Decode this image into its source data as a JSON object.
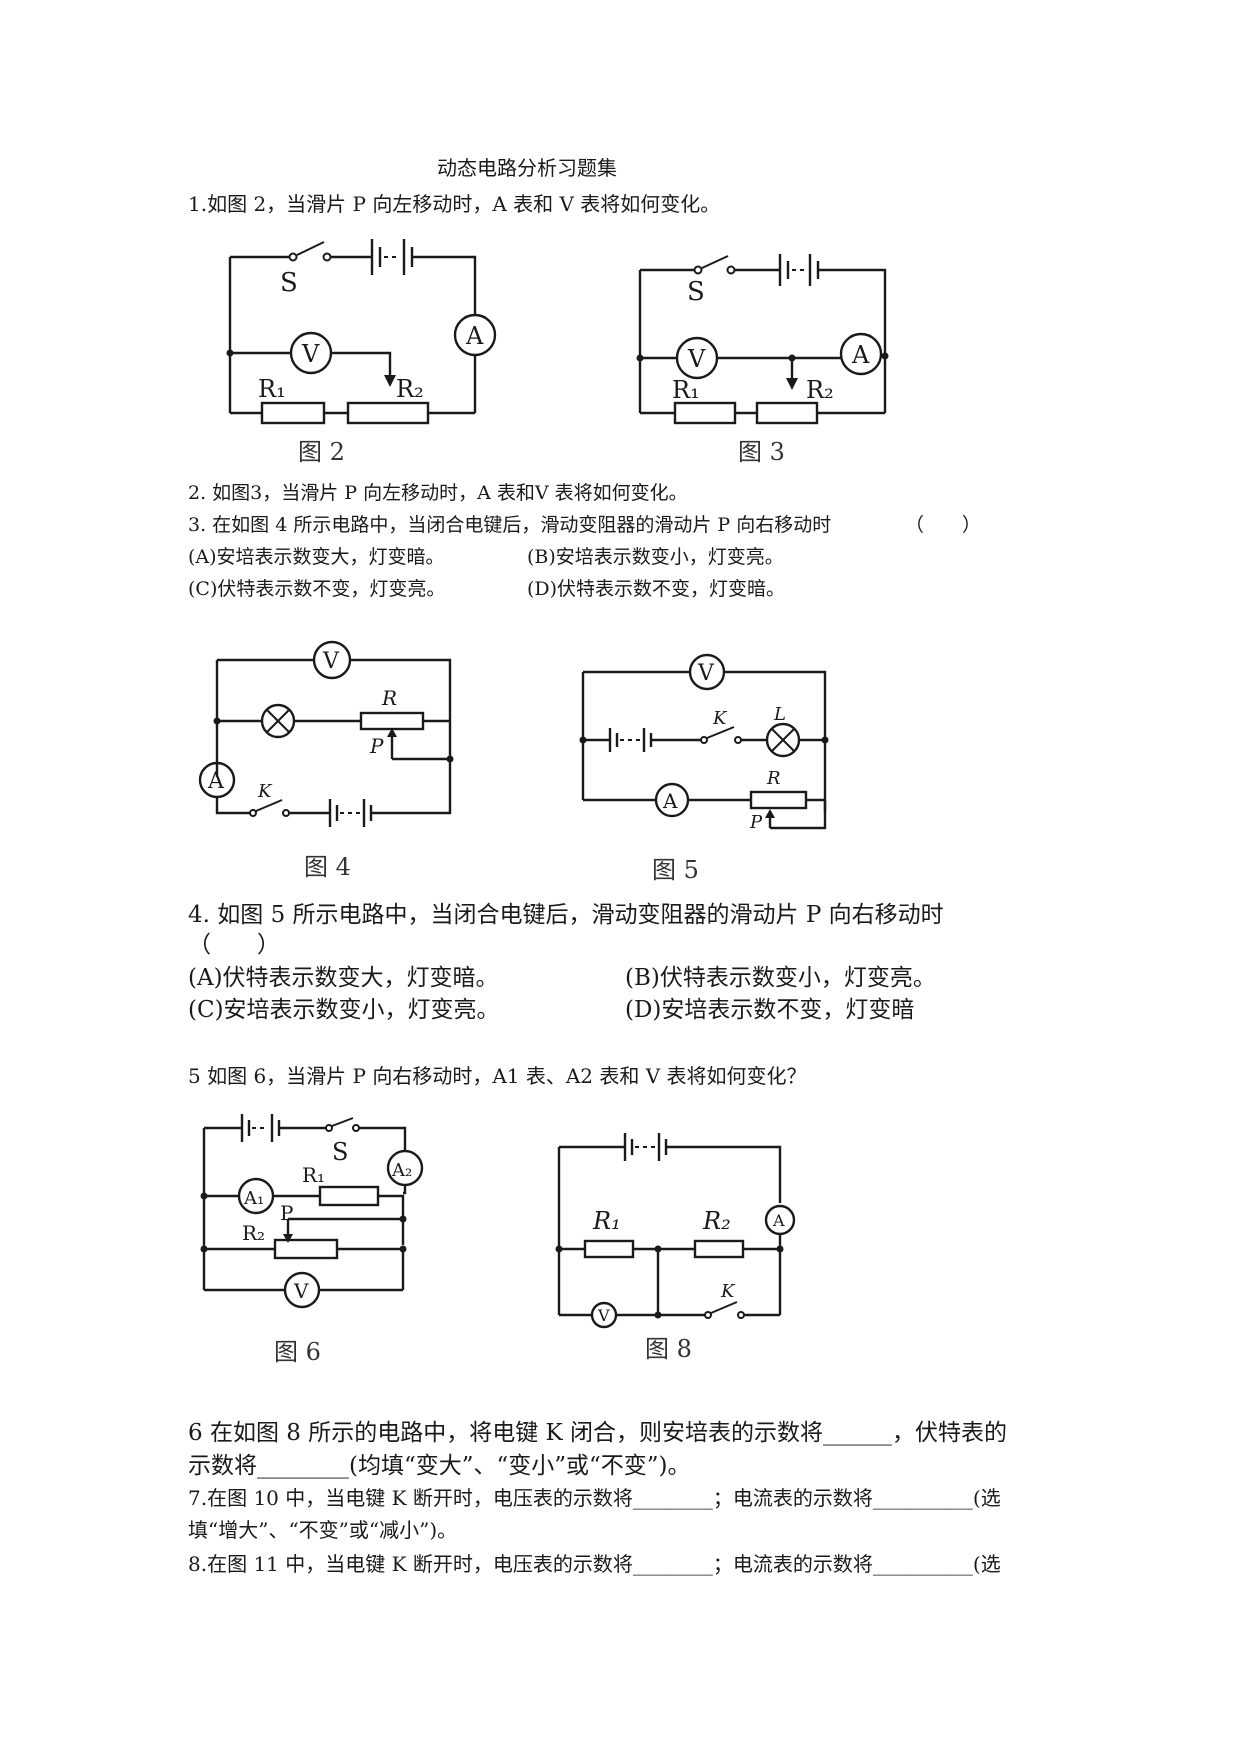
{
  "doc": {
    "title": "动态电路分析习题集",
    "q1": "1.如图 2，当滑片 P 向左移动时，A 表和 V 表将如何变化。",
    "q2": "2. 如图3，当滑片 P 向左移动时，A 表和V 表将如何变化。",
    "q3": {
      "stem": "3. 在如图 4 所示电路中，当闭合电键后，滑动变阻器的滑动片 P 向右移动时",
      "paren": "（　　）",
      "a": "(A)安培表示数变大，灯变暗。",
      "b": "(B)安培表示数变小，灯变亮。",
      "c": "(C)伏特表示数不变，灯变亮。",
      "d": "(D)伏特表示数不变，灯变暗。"
    },
    "q4": {
      "stem": "4. 如图 5 所示电路中，当闭合电键后，滑动变阻器的滑动片 P 向右移动时",
      "paren": "（　　）",
      "a": "(A)伏特表示数变大，灯变暗。",
      "b": "(B)伏特表示数变小，灯变亮。",
      "c": "(C)安培表示数变小，灯变亮。",
      "d": "(D)安培表示数不变，灯变暗"
    },
    "q5": "5 如图 6，当滑片 P 向右移动时，A1 表、A2 表和 V 表将如何变化？",
    "q6": {
      "line1": "6 在如图 8 所示的电路中，将电键 K 闭合，则安培表的示数将______，伏特表的",
      "line2": "示数将________(均填“变大”、“变小”或“不变”)。"
    },
    "q7": {
      "line1": "7.在图 10 中，当电键 K 断开时，电压表的示数将________；电流表的示数将__________(选",
      "line2": "填“增大”、“不变”或“减小”)。"
    },
    "q8": "8.在图 11 中，当电键 K 断开时，电压表的示数将________；电流表的示数将__________(选"
  },
  "figures": {
    "fig2": {
      "caption": "图 2",
      "switch": "S",
      "meter_a": "A",
      "meter_v": "V",
      "r1": "R₁",
      "r2": "R₂"
    },
    "fig3": {
      "caption": "图 3",
      "switch": "S",
      "meter_a": "A",
      "meter_v": "V",
      "r1": "R₁",
      "r2": "R₂"
    },
    "fig4": {
      "caption": "图 4",
      "meter_v": "V",
      "meter_a": "A",
      "r": "R",
      "p": "P",
      "k": "K"
    },
    "fig5": {
      "caption": "图 5",
      "meter_v": "V",
      "meter_a": "A",
      "r": "R",
      "p": "P",
      "k": "K",
      "l": "L"
    },
    "fig6": {
      "caption": "图 6",
      "switch": "S",
      "meter_a1": "A₁",
      "meter_a2": "A₂",
      "meter_v": "V",
      "r1": "R₁",
      "r2": "R₂",
      "p": "P"
    },
    "fig8": {
      "caption": "图 8",
      "meter_a": "A",
      "meter_v": "V",
      "r1": "R₁",
      "r2": "R₂",
      "k": "K"
    }
  }
}
